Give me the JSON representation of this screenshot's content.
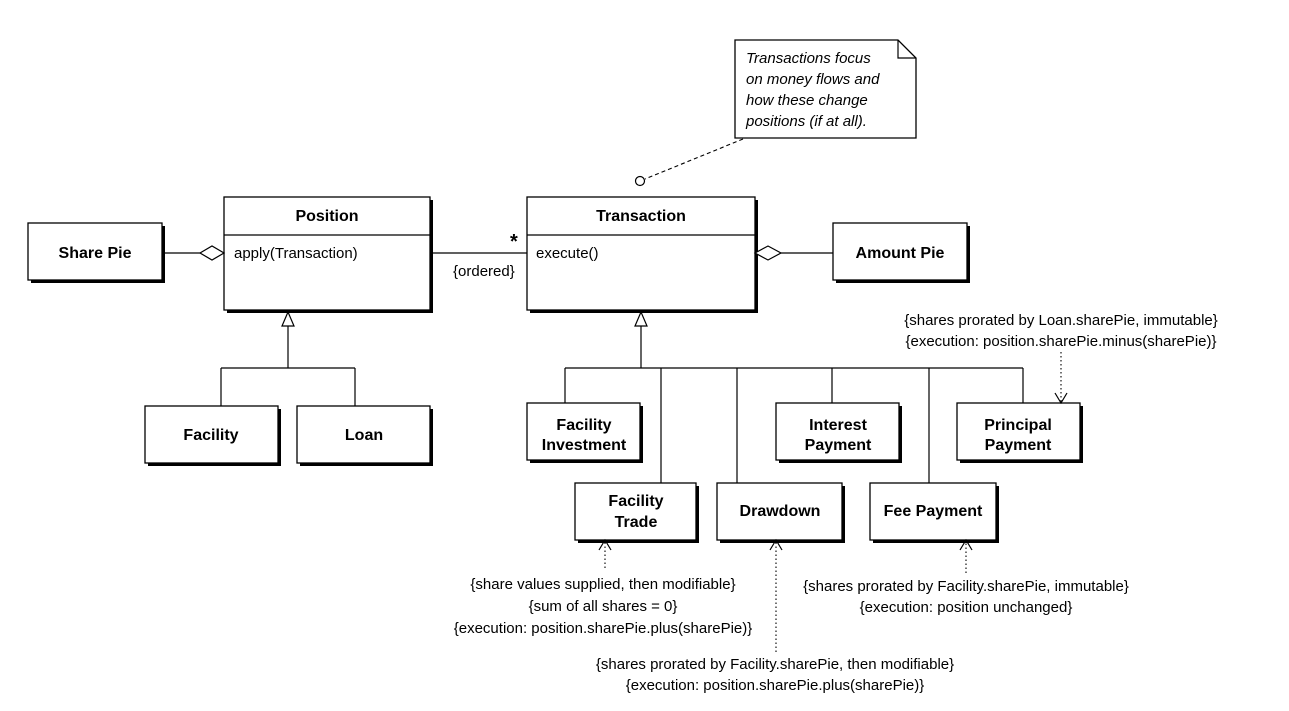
{
  "classes": {
    "share_pie": "Share Pie",
    "position": "Position",
    "position_op": "apply(Transaction)",
    "transaction": "Transaction",
    "transaction_op": "execute()",
    "amount_pie": "Amount Pie",
    "facility": "Facility",
    "loan": "Loan",
    "facility_investment": [
      "Facility",
      "Investment"
    ],
    "facility_trade": [
      "Facility",
      "Trade"
    ],
    "drawdown": "Drawdown",
    "interest_payment": [
      "Interest",
      "Payment"
    ],
    "fee_payment": "Fee Payment",
    "principal_payment": [
      "Principal",
      "Payment"
    ]
  },
  "association": {
    "multiplicity": "*",
    "constraint": "{ordered}"
  },
  "note": {
    "lines": [
      "Transactions focus",
      "on money flows and",
      "how these change",
      "positions (if at all)."
    ]
  },
  "constraints": {
    "principal_payment": [
      "{shares prorated by Loan.sharePie, immutable}",
      "{execution: position.sharePie.minus(sharePie)}"
    ],
    "facility_trade": [
      "{share values supplied, then modifiable}",
      "{sum of all shares = 0}",
      "{execution: position.sharePie.plus(sharePie)}"
    ],
    "fee_payment": [
      "{shares prorated by Facility.sharePie, immutable}",
      "{execution: position unchanged}"
    ],
    "drawdown": [
      "{shares prorated by Facility.sharePie, then modifiable}",
      "{execution: position.sharePie.plus(sharePie)}"
    ]
  }
}
